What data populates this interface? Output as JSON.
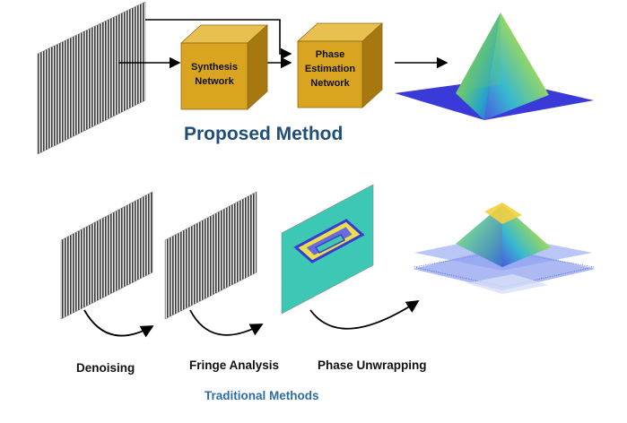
{
  "proposed": {
    "title": "Proposed Method",
    "synthesis_box": {
      "line1": "Synthesis",
      "line2": "Network"
    },
    "phase_box": {
      "line1": "Phase",
      "line2": "Estimation",
      "line3": "Network"
    }
  },
  "traditional": {
    "title": "Traditional Methods",
    "steps": [
      "Denoising",
      "Fringe Analysis",
      "Phase Unwrapping"
    ]
  },
  "colors": {
    "title_proposed": "#1f4e79",
    "title_traditional": "#2e6da4",
    "box_face": "#d9a420",
    "box_side": "#a87810",
    "box_top": "#e8c050",
    "surface_base": "#3a3ad8",
    "wrapped_phase_bg": "#3cc8b4"
  },
  "icons": [
    "fringe-pattern-icon",
    "cube-box-icon",
    "pyramid-surface-icon",
    "wrapped-phase-icon",
    "noisy-surface-icon",
    "arrow-icon"
  ]
}
